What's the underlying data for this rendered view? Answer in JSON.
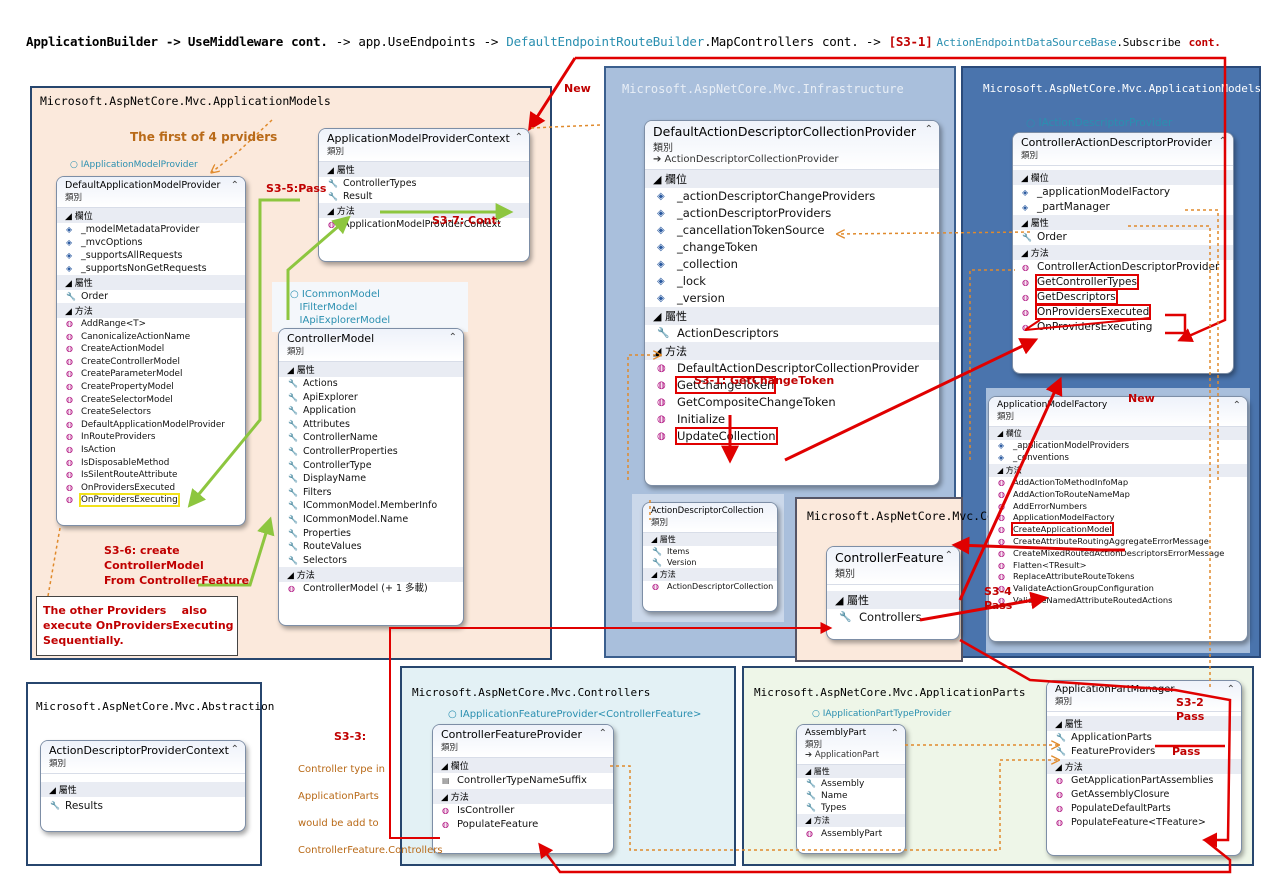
{
  "heading": {
    "p1": "ApplicationBuilder",
    "p2": "-> UseMiddleware",
    "p3": "cont.",
    "p4": "->",
    "p5": "app.UseEndpoints",
    "p6": "->",
    "p7": "DefaultEndpointRouteBuilder",
    "p8": ".MapControllers",
    "p9": "cont. ->",
    "p10": "[S3-1]",
    "p11": "ActionEndpointDataSourceBase",
    "p12": ".Subscribe",
    "p13": "cont."
  },
  "namespaces": {
    "appmodels_left": "Microsoft.AspNetCore.Mvc.ApplicationModels",
    "infrastructure": "Microsoft.AspNetCore.Mvc.Infrastructure",
    "appmodels_right": "Microsoft.AspNetCore.Mvc.ApplicationModels",
    "controllers_mid": "Microsoft.AspNetCore.Mvc.Controllers",
    "abstractions": "Microsoft.AspNetCore.Mvc.Abstraction",
    "controllers_bottom": "Microsoft.AspNetCore.Mvc.Controllers",
    "appparts": "Microsoft.AspNetCore.Mvc.ApplicationParts"
  },
  "labels": {
    "kind": "類別",
    "fields": "欄位",
    "props": "屬性",
    "methods": "方法"
  },
  "notes": {
    "new1": "New",
    "new2": "New",
    "first_of_4": "The first of 4 prviders",
    "s3_5": "S3-5:Pass",
    "s3_7": "S3-7: Cont.",
    "s3_6a": "S3-6: create",
    "s3_6b": "ControllerModel",
    "s3_6c": "From ControllerFeature",
    "other_providers_a": "The other Providers    also",
    "other_providers_b": "execute OnProvidersExecuting",
    "other_providers_c": "Sequentially.",
    "s3_1": "S3-1: GetChangeToken",
    "s3_4a": "S3-4",
    "s3_4b": "Pass",
    "s3_2a": "S3-2",
    "s3_2b": "Pass",
    "pass": "Pass",
    "s3_3": "S3-3:",
    "s3_3a": "Controller type in",
    "s3_3b": "ApplicationParts",
    "s3_3c": "would be add to",
    "s3_3d": "ControllerFeature.Controllers"
  },
  "dampm": {
    "iface": "IApplicationModelProvider",
    "name": "DefaultApplicationModelProvider",
    "fields": [
      "_modelMetadataProvider",
      "_mvcOptions",
      "_supportsAllRequests",
      "_supportsNonGetRequests"
    ],
    "props": [
      "Order"
    ],
    "methods": [
      "AddRange<T>",
      "CanonicalizeActionName",
      "CreateActionModel",
      "CreateControllerModel",
      "CreateParameterModel",
      "CreatePropertyModel",
      "CreateSelectorModel",
      "CreateSelectors",
      "DefaultApplicationModelProvider",
      "InRouteProviders",
      "IsAction",
      "IsDisposableMethod",
      "IsSilentRouteAttribute",
      "OnProvidersExecuted",
      "OnProvidersExecuting"
    ]
  },
  "ampc": {
    "name": "ApplicationModelProviderContext",
    "props": [
      "ControllerTypes",
      "Result"
    ],
    "methods": [
      "ApplicationModelProviderContext"
    ]
  },
  "cm": {
    "ifaces": [
      "ICommonModel",
      "IFilterModel",
      "IApiExplorerModel"
    ],
    "name": "ControllerModel",
    "props": [
      "Actions",
      "ApiExplorer",
      "Application",
      "Attributes",
      "ControllerName",
      "ControllerProperties",
      "ControllerType",
      "DisplayName",
      "Filters",
      "ICommonModel.MemberInfo",
      "ICommonModel.Name",
      "Properties",
      "RouteValues",
      "Selectors"
    ],
    "methods": [
      "ControllerModel (+ 1 多載)"
    ]
  },
  "dadcp": {
    "name": "DefaultActionDescriptorCollectionProvider",
    "base": "➔ ActionDescriptorCollectionProvider",
    "fields": [
      "_actionDescriptorChangeProviders",
      "_actionDescriptorProviders",
      "_cancellationTokenSource",
      "_changeToken",
      "_collection",
      "_lock",
      "_version"
    ],
    "props": [
      "ActionDescriptors"
    ],
    "methods": [
      "DefaultActionDescriptorCollectionProvider",
      "GetChangeToken",
      "GetCompositeChangeToken",
      "Initialize",
      "UpdateCollection"
    ]
  },
  "adc": {
    "name": "ActionDescriptorCollection",
    "props": [
      "Items",
      "Version"
    ],
    "methods": [
      "ActionDescriptorCollection"
    ]
  },
  "cadp": {
    "iface": "IActionDescriptorProvider",
    "name": "ControllerActionDescriptorProvider",
    "fields": [
      "_applicationModelFactory",
      "_partManager"
    ],
    "props": [
      "Order"
    ],
    "methods": [
      "ControllerActionDescriptorProvider",
      "GetControllerTypes",
      "GetDescriptors",
      "OnProvidersExecuted",
      "OnProvidersExecuting"
    ]
  },
  "amf": {
    "name": "ApplicationModelFactory",
    "fields": [
      "_applicationModelProviders",
      "_conventions"
    ],
    "methods": [
      "AddActionToMethodInfoMap",
      "AddActionToRouteNameMap",
      "AddErrorNumbers",
      "ApplicationModelFactory",
      "CreateApplicationModel",
      "CreateAttributeRoutingAggregateErrorMessage",
      "CreateMixedRoutedActionDescriptorsErrorMessage",
      "Flatten<TResult>",
      "ReplaceAttributeRouteTokens",
      "ValidateActionGroupConfiguration",
      "ValidateNamedAttributeRoutedActions"
    ]
  },
  "cf": {
    "name": "ControllerFeature",
    "props": [
      "Controllers"
    ]
  },
  "adpc": {
    "name": "ActionDescriptorProviderContext",
    "props": [
      "Results"
    ]
  },
  "cfp": {
    "iface": "IApplicationFeatureProvider<ControllerFeature>",
    "name": "ControllerFeatureProvider",
    "fields": [
      "ControllerTypeNameSuffix"
    ],
    "methods": [
      "IsController",
      "PopulateFeature"
    ]
  },
  "ap": {
    "iface": "IApplicationPartTypeProvider",
    "name": "AssemblyPart",
    "base": "➔ ApplicationPart",
    "props": [
      "Assembly",
      "Name",
      "Types"
    ],
    "methods": [
      "AssemblyPart"
    ]
  },
  "apm": {
    "name": "ApplicationPartManager",
    "props": [
      "ApplicationParts",
      "FeatureProviders"
    ],
    "methods": [
      "GetApplicationPartAssemblies",
      "GetAssemblyClosure",
      "PopulateDefaultParts",
      "PopulateFeature<TFeature>"
    ]
  },
  "colors": {
    "accent_red": "#e00000",
    "arrow_green": "#8dc63f",
    "dependency_orange": "#e08a2c",
    "ns_peach": "#fbe9dc",
    "ns_blue_light": "#a9bfdc",
    "ns_blue_dark": "#4a74ad",
    "ns_cyan": "#e3f1f5",
    "ns_mint": "#eef6e8"
  }
}
